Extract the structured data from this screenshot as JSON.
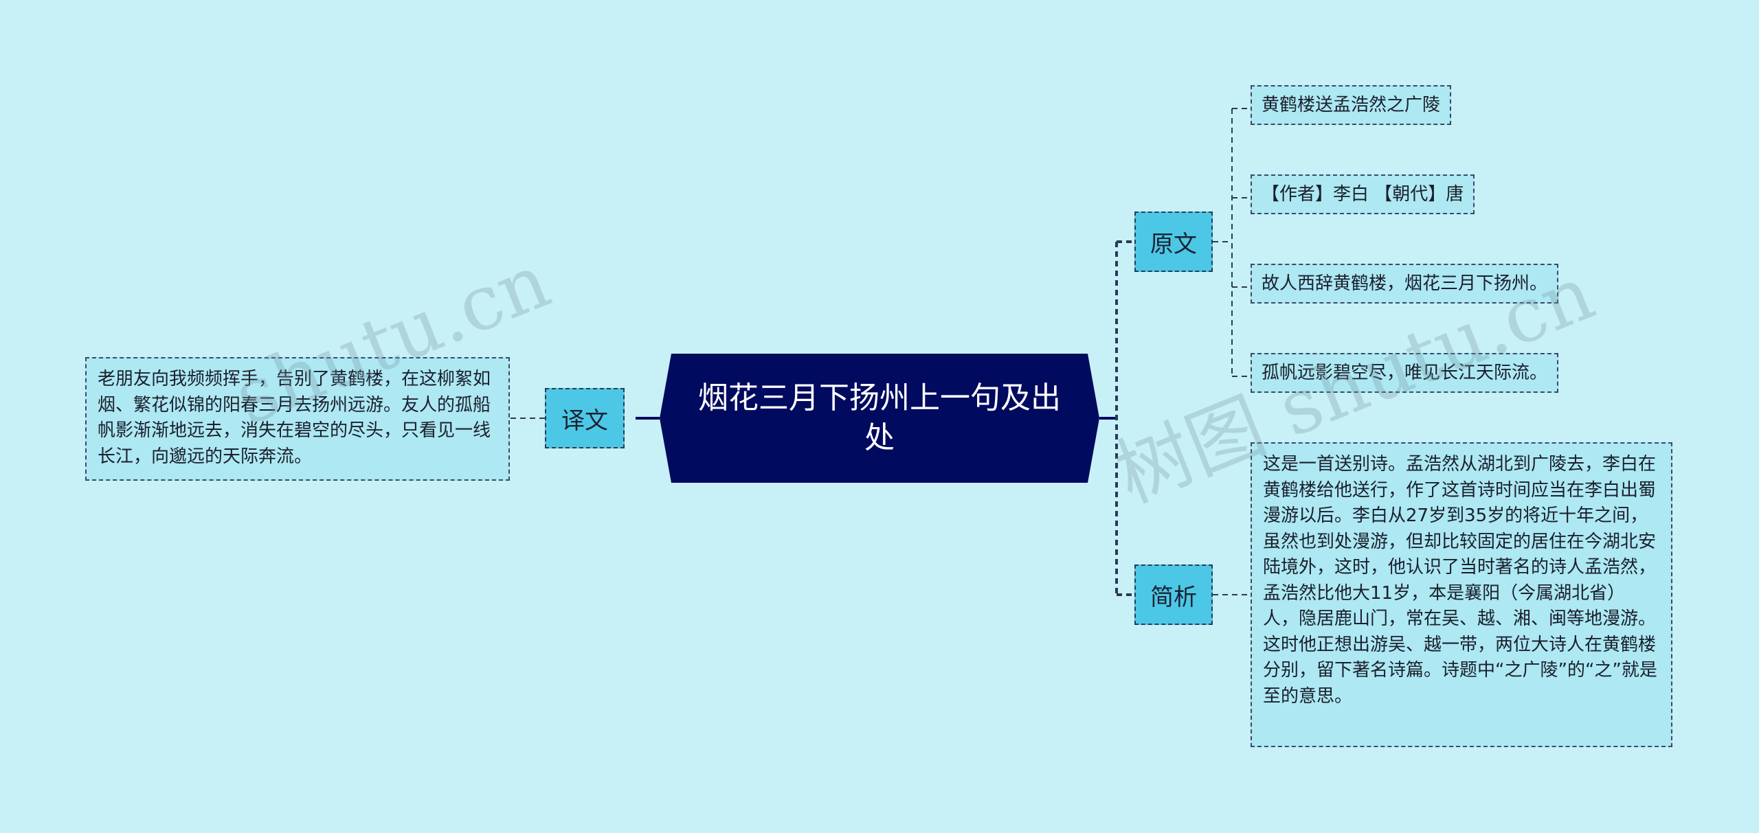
{
  "root": {
    "title": "烟花三月下扬州上一句及出处"
  },
  "branches": {
    "yuanwen": {
      "label": "原文",
      "items": [
        "黄鹤楼送孟浩然之广陵",
        "【作者】李白 【朝代】唐",
        "故人西辞黄鹤楼，烟花三月下扬州。",
        "孤帆远影碧空尽，唯见长江天际流。"
      ]
    },
    "jianxi": {
      "label": "简析",
      "text": "这是一首送别诗。孟浩然从湖北到广陵去，李白在黄鹤楼给他送行，作了这首诗时间应当在李白出蜀漫游以后。李白从27岁到35岁的将近十年之间，虽然也到处漫游，但却比较固定的居住在今湖北安陆境外，这时，他认识了当时著名的诗人孟浩然，孟浩然比他大11岁，本是襄阳（今属湖北省）人，隐居鹿山门，常在吴、越、湘、闽等地漫游。这时他正想出游吴、越一带，两位大诗人在黄鹤楼分别，留下著名诗篇。诗题中“之广陵”的“之”就是至的意思。"
    },
    "yiwen": {
      "label": "译文",
      "text": "老朋友向我频频挥手，告别了黄鹤楼，在这柳絮如烟、繁花似锦的阳春三月去扬州远游。友人的孤船帆影渐渐地远去，消失在碧空的尽头，只看见一线长江，向邈远的天际奔流。"
    }
  },
  "watermark": {
    "text_left": "shutu.cn",
    "text_right": "树图 shutu.cn"
  },
  "colors": {
    "background": "#c8f0f7",
    "root_fill": "#000a5f",
    "branch_fill": "#4cc8e6",
    "leaf_fill": "#ade8f3",
    "line": "#000a5f"
  }
}
